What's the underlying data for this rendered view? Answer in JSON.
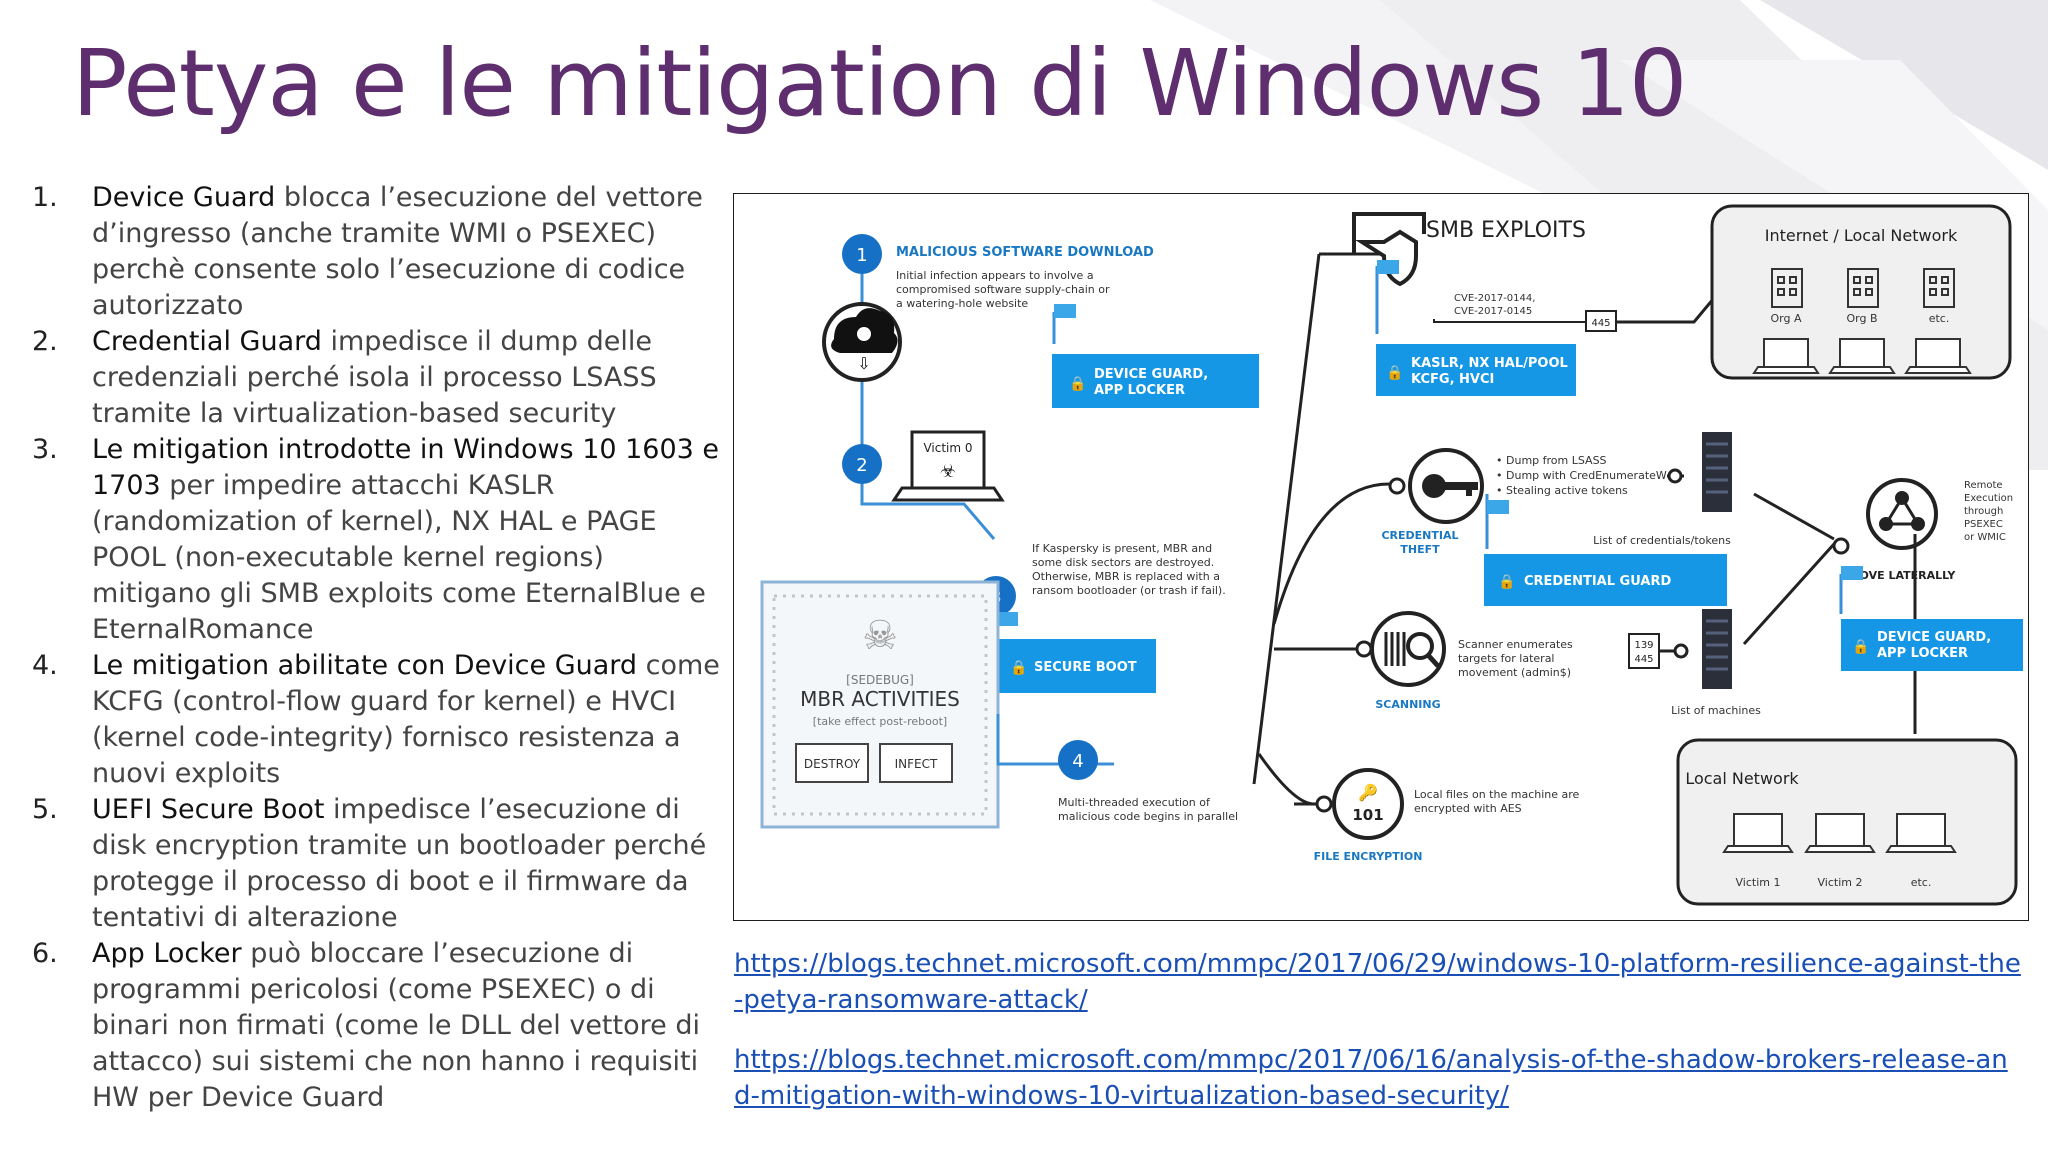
{
  "slide": {
    "title": "Petya e le mitigation di Windows 10",
    "points": [
      {
        "num": "1.",
        "lead": "Device Guard",
        "rest": " blocca l’esecuzione del vettore d’ingresso (anche tramite WMI o PSEXEC) perchè consente solo l’esecuzione di codice autorizzato"
      },
      {
        "num": "2.",
        "lead": "Credential Guard",
        "rest": " impedisce il dump delle credenziali perché isola il processo LSASS tramite la virtualization-based security"
      },
      {
        "num": "3.",
        "lead": "Le mitigation introdotte in Windows 10 1603 e 1703",
        "rest": " per impedire attacchi KASLR (randomization of kernel), NX HAL e PAGE POOL (non-executable kernel regions) mitigano gli SMB exploits come EternalBlue e EternalRomance"
      },
      {
        "num": "4.",
        "lead": "Le mitigation abilitate con Device Guard",
        "rest": " come KCFG (control-flow guard for kernel) e HVCI (kernel code-integrity) fornisco resistenza a nuovi exploits"
      },
      {
        "num": "5.",
        "lead": "UEFI Secure Boot",
        "rest": " impedisce l’esecuzione di disk encryption tramite un bootloader perché protegge il processo di boot e il firmware da tentativi di alterazione"
      },
      {
        "num": "6.",
        "lead": "App Locker",
        "rest": " può bloccare l’esecuzione di programmi pericolosi (come  PSEXEC) o di binari non firmati (come le DLL del vettore di attacco) sui sistemi che non hanno i requisiti HW per Device Guard"
      }
    ],
    "links": [
      "https://blogs.technet.microsoft.com/mmpc/2017/06/29/windows-10-platform-resilience-against-the-petya-ransomware-attack/",
      "https://blogs.technet.microsoft.com/mmpc/2017/06/16/analysis-of-the-shadow-brokers-release-and-mitigation-with-windows-10-virtualization-based-security/"
    ]
  },
  "colors": {
    "title": "#5e2e6e",
    "accent_blue": "#1597e5",
    "step_circle": "#1570c6",
    "label_blue": "#1a78c2",
    "link": "#1a4fb5"
  },
  "diagram": {
    "step1": {
      "num": "1",
      "title": "MALICIOUS SOFTWARE DOWNLOAD",
      "desc": [
        "Initial infection appears to involve a",
        "compromised software supply-chain or",
        "a watering-hole website"
      ]
    },
    "step2": {
      "num": "2",
      "victim": "Victim 0"
    },
    "step3": {
      "num": "3",
      "desc": [
        "If Kaspersky is present, MBR and",
        "some disk sectors are destroyed.",
        "Otherwise, MBR is replaced with a",
        "ransom bootloader (or trash if fail)."
      ]
    },
    "step4": {
      "num": "4",
      "desc": [
        "Multi-threaded execution of",
        "malicious code begins in parallel"
      ]
    },
    "mbr": {
      "tag": "[SEDEBUG]",
      "title": "MBR ACTIVITIES",
      "subtitle": "[take effect post-reboot]",
      "destroy": "DESTROY",
      "infect": "INFECT"
    },
    "badges": {
      "device_guard_app_locker": [
        "DEVICE GUARD,",
        "APP LOCKER"
      ],
      "secure_boot": "SECURE BOOT",
      "kaslr": [
        "KASLR, NX HAL/POOL",
        "KCFG, HVCI"
      ],
      "credential_guard": "CREDENTIAL GUARD",
      "device_guard_app_locker_2": [
        "DEVICE GUARD,",
        "APP LOCKER"
      ]
    },
    "smb": {
      "title": "SMB EXPLOITS",
      "cve": [
        "CVE-2017-0144,",
        "CVE-2017-0145"
      ],
      "port": "445"
    },
    "internet": {
      "title": "Internet / Local Network",
      "orgs": [
        "Org A",
        "Org B",
        "etc."
      ]
    },
    "credential": {
      "label": [
        "CREDENTIAL",
        "THEFT"
      ],
      "bullets": [
        "Dump from LSASS",
        "Dump with CredEnumerateW",
        "Stealing active tokens"
      ],
      "list": "List of credentials/tokens"
    },
    "scanning": {
      "label": "SCANNING",
      "desc": [
        "Scanner enumerates",
        "targets for lateral",
        "movement (admin$)"
      ],
      "ports": [
        "139",
        "445"
      ],
      "list": "List of machines"
    },
    "lateral": {
      "label": "MOVE LATERALLY",
      "desc": [
        "Remote",
        "Execution",
        "through",
        "PSEXEC",
        "or WMIC"
      ]
    },
    "file_enc": {
      "label": "FILE ENCRYPTION",
      "desc": [
        "Local files on the machine are",
        "encrypted with AES"
      ],
      "icon": "101"
    },
    "local": {
      "title": "Local Network",
      "victims": [
        "Victim 1",
        "Victim 2",
        "etc."
      ]
    }
  }
}
